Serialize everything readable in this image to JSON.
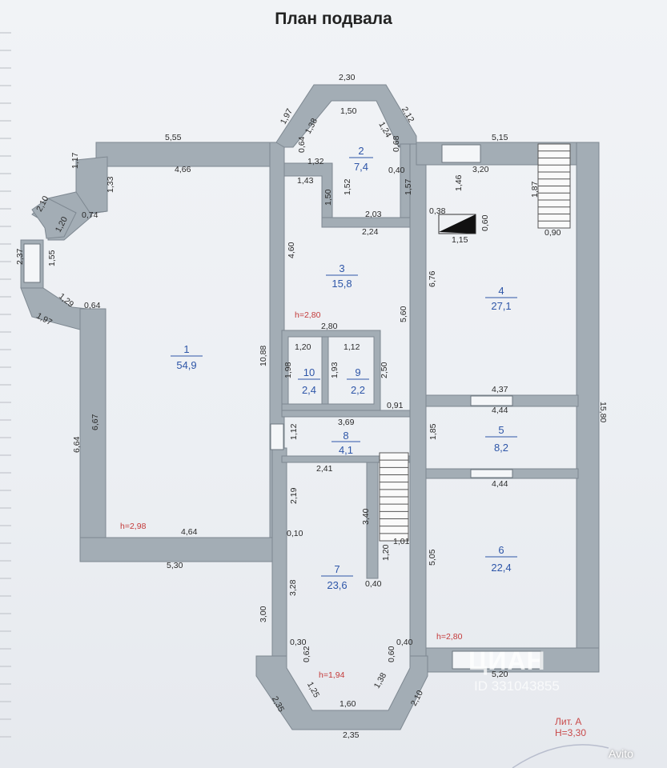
{
  "title": "План подвала",
  "lit": {
    "line1": "Лит. А",
    "line2": "H=3,30"
  },
  "watermark": {
    "brand": "ЦИАН",
    "id": "ID 331043855"
  },
  "avito": "Avito",
  "colors": {
    "wall": "#a3adb5",
    "wall_stroke": "#7e8891",
    "room_label": "#2e56a8",
    "height_label": "#c43a3a"
  },
  "rooms": [
    {
      "num": "1",
      "area": "54,9"
    },
    {
      "num": "2",
      "area": "7,4"
    },
    {
      "num": "3",
      "area": "15,8"
    },
    {
      "num": "4",
      "area": "27,1"
    },
    {
      "num": "5",
      "area": "8,2"
    },
    {
      "num": "6",
      "area": "22,4"
    },
    {
      "num": "7",
      "area": "23,6"
    },
    {
      "num": "8",
      "area": "4,1"
    },
    {
      "num": "9",
      "area": "2,2"
    },
    {
      "num": "10",
      "area": "2,4"
    }
  ],
  "heights": [
    "h=2,98",
    "h=2,80",
    "h=2,80",
    "h=1,94"
  ],
  "dims": [
    "2,30",
    "1,97",
    "2,12",
    "1,50",
    "1,38",
    "1,24",
    "5,55",
    "5,15",
    "1,17",
    "4,66",
    "1,33",
    "0,64",
    "1,32",
    "0,68",
    "0,40",
    "3,20",
    "1,43",
    "1,52",
    "1,57",
    "1,46",
    "1,87",
    "2,10",
    "0,74",
    "1,20",
    "1,50",
    "2,03",
    "0,38",
    "0,60",
    "2,24",
    "1,15",
    "0,90",
    "2,37",
    "1,55",
    "4,60",
    "6,76",
    "1,29",
    "0,64",
    "1,97",
    "2,80",
    "5,60",
    "1,20",
    "1,12",
    "10,88",
    "1,98",
    "1,93",
    "2,50",
    "15,80",
    "4,37",
    "4,44",
    "0,91",
    "3,69",
    "6,67",
    "1,12",
    "1,85",
    "6,64",
    "2,41",
    "4,44",
    "2,19",
    "3,40",
    "4,64",
    "0,10",
    "1,01",
    "1,20",
    "5,05",
    "5,30",
    "3,28",
    "0,40",
    "3,00",
    "0,30",
    "0,40",
    "0,62",
    "0,60",
    "1,38",
    "1,25",
    "5,20",
    "2,35",
    "1,60",
    "2,10",
    "2,35"
  ]
}
